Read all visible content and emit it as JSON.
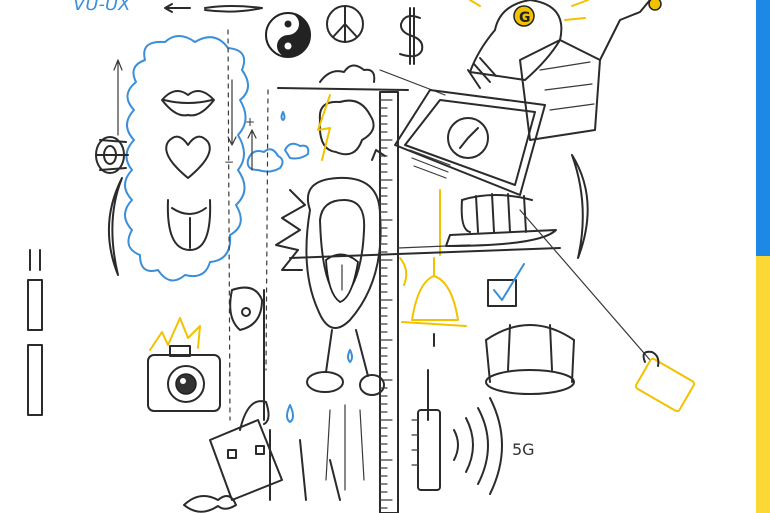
{
  "texts": {
    "handwritten_top_left": "VU-UX",
    "bulb_letter": "G",
    "network_label": "5G"
  },
  "colors": {
    "ink": "#2b2b2b",
    "accent_blue": "#3b8fd9",
    "accent_yellow": "#f2c200",
    "stripe_blue": "#1e88e5",
    "stripe_yellow": "#fdd835"
  },
  "icons": [
    "yin-yang-icon",
    "peace-icon",
    "dollar-icon",
    "light-bulb-icon",
    "cuckoo-clock-icon",
    "church-icon",
    "lips-icon",
    "heart-icon",
    "buttocks-icon",
    "open-mouth-icon",
    "ruler-icon",
    "bell-icon",
    "checkbox-icon",
    "padlock-icon",
    "camera-icon",
    "handbag-icon",
    "signal-icon",
    "trampoline-icon",
    "yarn-spool-icon",
    "fish-icon",
    "cloud-icon"
  ]
}
